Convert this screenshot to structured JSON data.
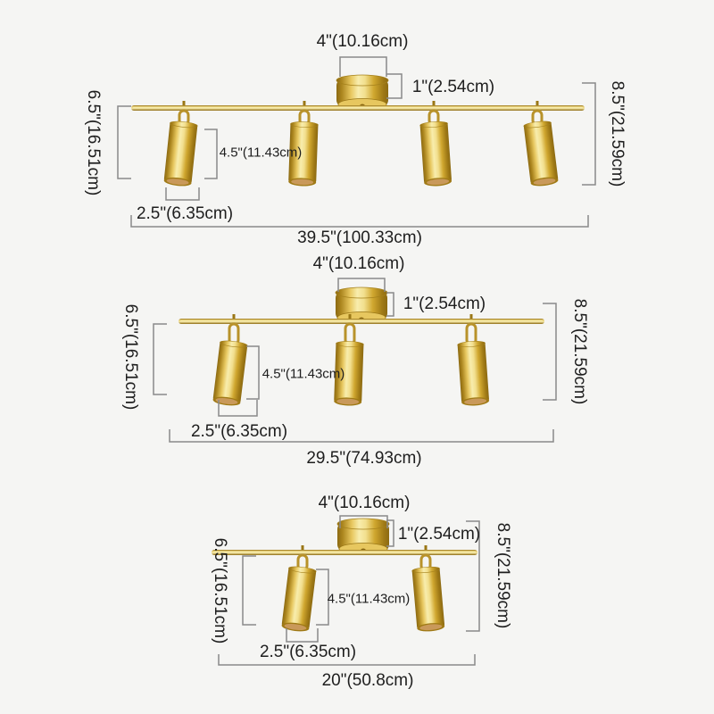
{
  "background_color": "#f5f5f3",
  "line_color": "#8a8a8a",
  "text_color": "#1e1e1e",
  "brass_colors": {
    "dark": "#8c6a12",
    "mid": "#d0a72f",
    "light": "#f8edad",
    "inner_shade": "#c9995a"
  },
  "fixtures": [
    {
      "lights": 4,
      "dims": {
        "canopy_width": "4\"(10.16cm)",
        "canopy_height": "1\"(2.54cm)",
        "fixture_height": "8.5\"(21.59cm)",
        "drop_height": "6.5\"(16.51cm)",
        "shade_length": "4.5\"(11.43cm)",
        "shade_diameter": "2.5\"(6.35cm)",
        "total_length": "39.5\"(100.33cm)"
      }
    },
    {
      "lights": 3,
      "dims": {
        "canopy_width": "4\"(10.16cm)",
        "canopy_height": "1\"(2.54cm)",
        "fixture_height": "8.5\"(21.59cm)",
        "drop_height": "6.5\"(16.51cm)",
        "shade_length": "4.5\"(11.43cm)",
        "shade_diameter": "2.5\"(6.35cm)",
        "total_length": "29.5\"(74.93cm)"
      }
    },
    {
      "lights": 2,
      "dims": {
        "canopy_width": "4\"(10.16cm)",
        "canopy_height": "1\"(2.54cm)",
        "fixture_height": "8.5\"(21.59cm)",
        "drop_height": "6.5\"(16.51cm)",
        "shade_length": "4.5\"(11.43cm)",
        "shade_diameter": "2.5\"(6.35cm)",
        "total_length": "20\"(50.8cm)"
      }
    }
  ]
}
